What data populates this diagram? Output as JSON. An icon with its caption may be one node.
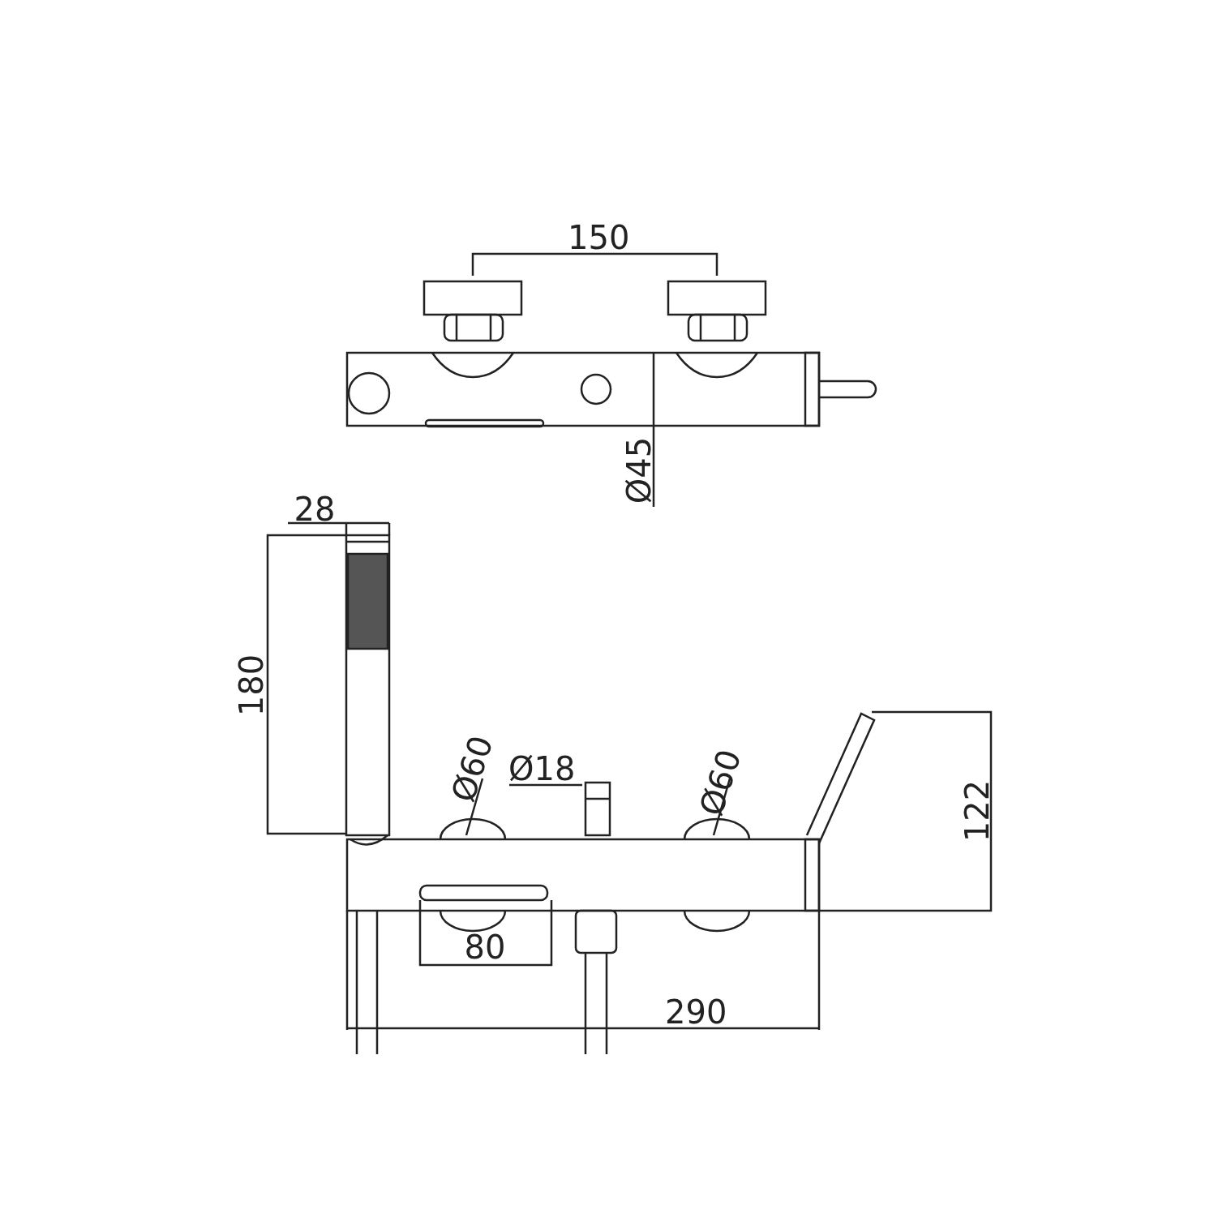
{
  "diagram": {
    "labels": [
      "150",
      "Ø45",
      "28",
      "180",
      "Ø60",
      "Ø18",
      "Ø60",
      "122",
      "80",
      "290"
    ]
  }
}
